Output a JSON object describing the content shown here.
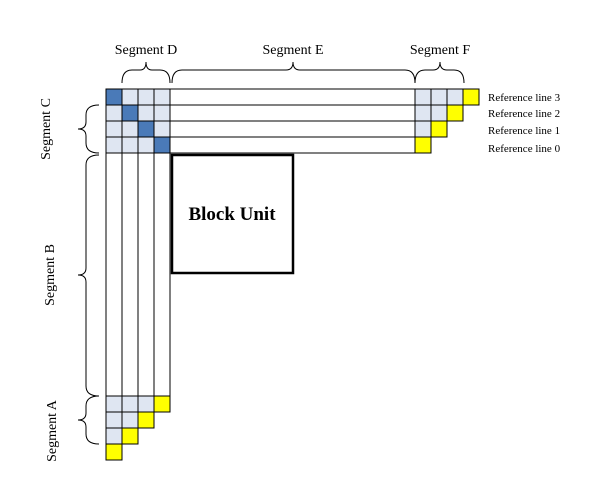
{
  "colors": {
    "background": "#ffffff",
    "cell_light": "#dfe6f2",
    "cell_diagonal": "#4a7ab8",
    "cell_yellow": "#ffff00",
    "stroke": "#000000"
  },
  "segments": {
    "A": "Segment A",
    "B": "Segment B",
    "C": "Segment C",
    "D": "Segment D",
    "E": "Segment E",
    "F": "Segment F"
  },
  "reference_lines": [
    "Reference line 3",
    "Reference line 2",
    "Reference line 1",
    "Reference line 0"
  ],
  "block_unit": "Block Unit"
}
